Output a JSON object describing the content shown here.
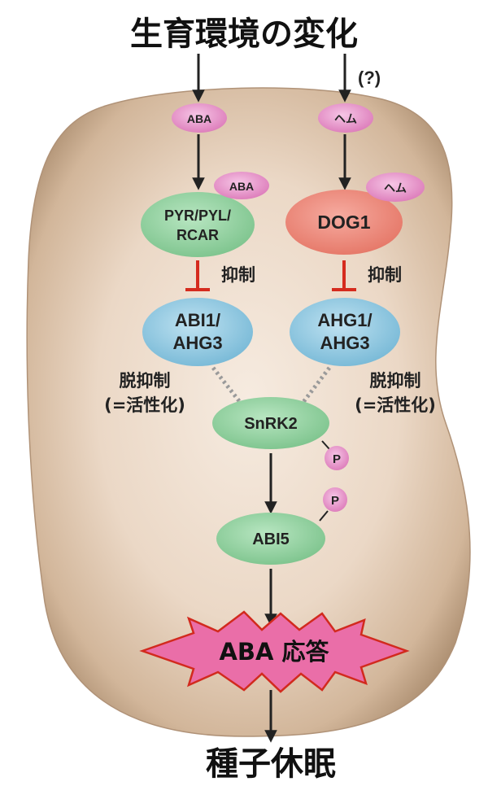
{
  "title_top": "生育環境の変化",
  "title_bottom": "種子休眠",
  "question_mark": "(?)",
  "nodes": {
    "aba_left_top": "ABA",
    "heme_right_top": "ヘム",
    "aba_small": "ABA",
    "heme_small": "ヘム",
    "pyr_line1": "PYR/PYL/",
    "pyr_line2": "RCAR",
    "dog1": "DOG1",
    "abi1_line1": "ABI1/",
    "abi1_line2": "AHG3",
    "ahg1_line1": "AHG1/",
    "ahg1_line2": "AHG3",
    "snrk2": "SnRK2",
    "abi5": "ABI5",
    "phospho1": "P",
    "phospho2": "P",
    "aba_response": "ABA 応答"
  },
  "labels": {
    "inhibit_left": "抑制",
    "inhibit_right": "抑制",
    "derepress_left_line1": "脱抑制",
    "derepress_left_line2": "(=活性化)",
    "derepress_right_line1": "脱抑制",
    "derepress_right_line2": "(=活性化)"
  },
  "colors": {
    "seed_body": "#e9d4c0",
    "seed_edge": "#a4876a",
    "pink_node": "#e692c8",
    "green_node": "#8fcf9c",
    "salmon_node": "#ee8478",
    "blue_node": "#8ec7e0",
    "inhibit_red": "#d52b1e",
    "burst_fill": "#ea6ea8",
    "burst_edge": "#d22a1e"
  }
}
